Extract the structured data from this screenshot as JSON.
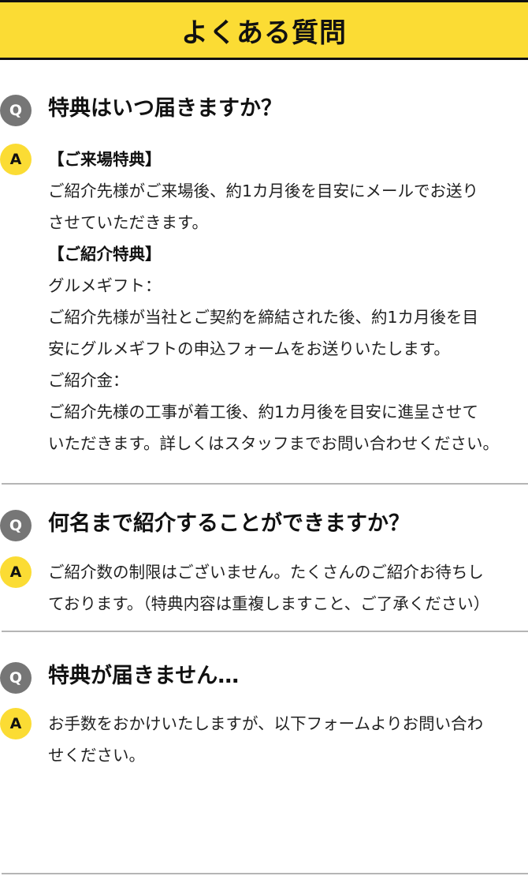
{
  "header": {
    "title": "よくある質問"
  },
  "colors": {
    "accent_yellow": "#fbdc34",
    "question_badge": "#767676",
    "divider": "#b5b5b5",
    "text": "#111111"
  },
  "faq": [
    {
      "q_badge": "Q",
      "question": "特典はいつ届きますか？",
      "a_badge": "A",
      "answer_lines": [
        {
          "text": "【ご来場特典】",
          "strong": true
        },
        {
          "text": "ご紹介先様がご来場後、約1カ月後を目安にメールでお送り",
          "strong": false
        },
        {
          "text": "させていただきます。",
          "strong": false
        },
        {
          "text": "【ご紹介特典】",
          "strong": true
        },
        {
          "text": "グルメギフト：",
          "strong": false
        },
        {
          "text": "ご紹介先様が当社とご契約を締結された後、約1カ月後を目",
          "strong": false
        },
        {
          "text": "安にグルメギフトの申込フォームをお送りいたします。",
          "strong": false
        },
        {
          "text": "ご紹介金：",
          "strong": false
        },
        {
          "text": "ご紹介先様の工事が着工後、約1カ月後を目安に進呈させて",
          "strong": false
        },
        {
          "text": "いただきます。詳しくはスタッフまでお問い合わせください。",
          "strong": false
        }
      ]
    },
    {
      "q_badge": "Q",
      "question": "何名まで紹介することができますか？",
      "a_badge": "A",
      "answer_lines": [
        {
          "text": "ご紹介数の制限はございません。たくさんのご紹介お待ちし",
          "strong": false
        },
        {
          "text": "ております。（特典内容は重複しますこと、ご了承ください）",
          "strong": false
        }
      ]
    },
    {
      "q_badge": "Q",
      "question": "特典が届きません…",
      "a_badge": "A",
      "answer_lines": [
        {
          "text": "お手数をおかけいたしますが、以下フォームよりお問い合わ",
          "strong": false
        },
        {
          "text": "せください。",
          "strong": false
        }
      ]
    }
  ]
}
